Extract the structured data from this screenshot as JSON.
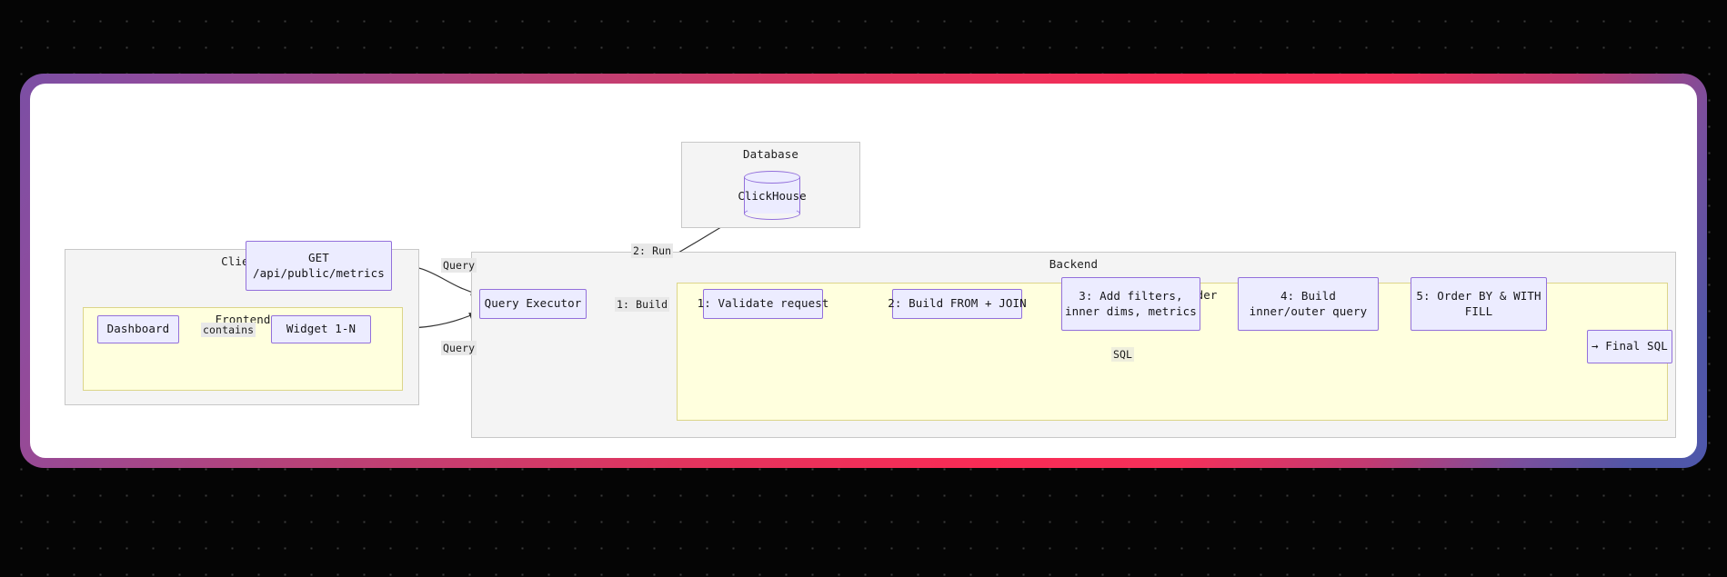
{
  "frame": {
    "gradient_start": "#7b4fa4",
    "gradient_mid": "#f92b55",
    "gradient_end": "#4e57ab",
    "inner_background": "#ffffff"
  },
  "backdrop": {
    "color": "#050505",
    "dot_color": "#3a3a3a"
  },
  "palette": {
    "node_fill": "#ececff",
    "node_stroke": "#9370db",
    "cluster_gray_fill": "#f4f4f4",
    "cluster_gray_stroke": "#c8c8c8",
    "cluster_yellow_fill": "#ffffde",
    "cluster_yellow_stroke": "#dcd58a",
    "edge_stroke": "#333333",
    "edge_label_bg": "#e8e8e8"
  },
  "diagram": {
    "type": "sequence-flow",
    "clusters": [
      {
        "id": "database",
        "title": "Database"
      },
      {
        "id": "client",
        "title": "Client"
      },
      {
        "id": "frontend",
        "title": "Frontend"
      },
      {
        "id": "backend",
        "title": "Backend"
      },
      {
        "id": "query_builder",
        "title": "Query Builder"
      }
    ],
    "nodes": [
      {
        "id": "clickhouse",
        "label": "ClickHouse",
        "shape": "cylinder",
        "cluster": "database"
      },
      {
        "id": "endpoint",
        "line1": "GET",
        "line2": "/api/public/metrics",
        "shape": "rect",
        "cluster": "client"
      },
      {
        "id": "dashboard",
        "label": "Dashboard",
        "shape": "rect",
        "cluster": "frontend"
      },
      {
        "id": "widget",
        "label": "Widget 1-N",
        "shape": "rect",
        "cluster": "frontend"
      },
      {
        "id": "executor",
        "label": "Query Executor",
        "shape": "rect",
        "cluster": "backend"
      },
      {
        "id": "step1",
        "label": "1: Validate request",
        "shape": "rect",
        "cluster": "query_builder"
      },
      {
        "id": "step2",
        "label": "2: Build FROM + JOIN",
        "shape": "rect",
        "cluster": "query_builder"
      },
      {
        "id": "step3",
        "line1": "3: Add filters,",
        "line2": "inner dims, metrics",
        "shape": "rect",
        "cluster": "query_builder"
      },
      {
        "id": "step4",
        "line1": "4: Build",
        "line2": "inner/outer query",
        "shape": "rect",
        "cluster": "query_builder"
      },
      {
        "id": "step5",
        "line1": "5: Order BY & WITH",
        "line2": "FILL",
        "shape": "rect",
        "cluster": "query_builder"
      },
      {
        "id": "final_sql",
        "label": "→ Final SQL",
        "shape": "rect",
        "cluster": "query_builder"
      }
    ],
    "edges": [
      {
        "id": "e-dashboard-widget",
        "from": "dashboard",
        "to": "widget",
        "label": "contains"
      },
      {
        "id": "e-endpoint-executor",
        "from": "endpoint",
        "to": "executor",
        "label": "Query"
      },
      {
        "id": "e-widget-executor",
        "from": "widget",
        "to": "executor",
        "label": "Query"
      },
      {
        "id": "e-executor-step1",
        "from": "executor",
        "to": "step1",
        "label": "1: Build"
      },
      {
        "id": "e-executor-clickhouse",
        "from": "executor",
        "to": "clickhouse",
        "label": "2: Run"
      },
      {
        "id": "e-step1-step2",
        "from": "step1",
        "to": "step2",
        "label": ""
      },
      {
        "id": "e-step2-step3",
        "from": "step2",
        "to": "step3",
        "label": ""
      },
      {
        "id": "e-step3-step4",
        "from": "step3",
        "to": "step4",
        "label": ""
      },
      {
        "id": "e-step4-step5",
        "from": "step4",
        "to": "step5",
        "label": ""
      },
      {
        "id": "e-step5-final",
        "from": "step5",
        "to": "final_sql",
        "label": ""
      },
      {
        "id": "e-final-executor",
        "from": "final_sql",
        "to": "executor",
        "label": "SQL"
      }
    ]
  }
}
